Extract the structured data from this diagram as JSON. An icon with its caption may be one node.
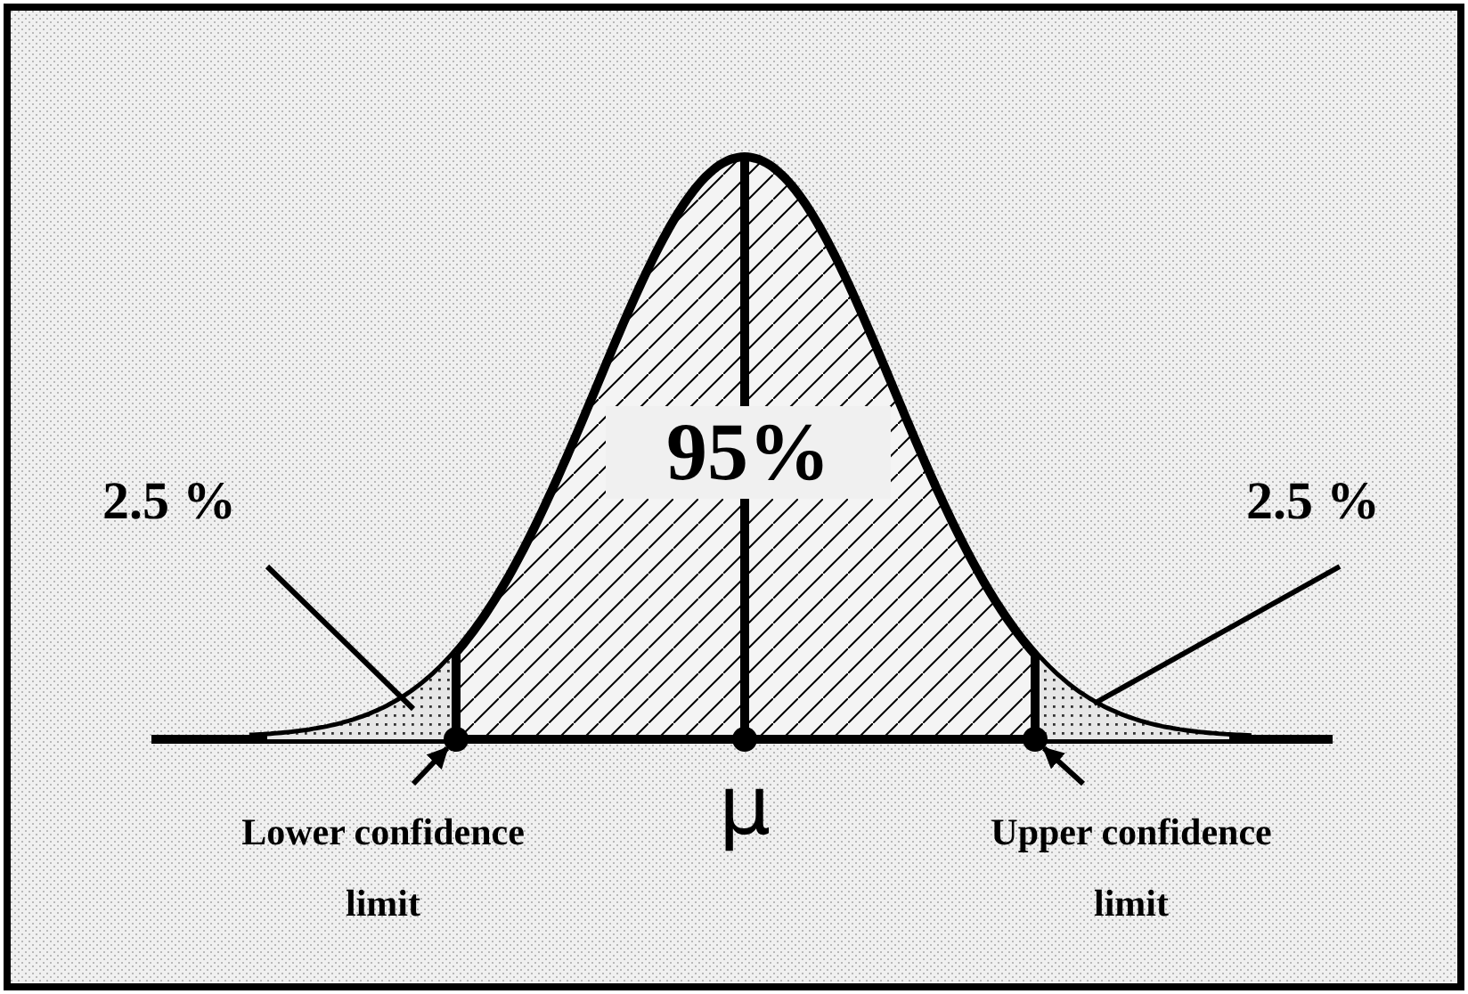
{
  "diagram": {
    "nodes": [
      {
        "text": [
          "2.5 %"
        ]
      },
      {
        "text": [],
        "shape": "region"
      },
      {
        "text": [
          "2.5 %"
        ]
      },
      {
        "text": [],
        "shape": "region"
      },
      {
        "text": [
          "Lower confidence limit"
        ]
      },
      {
        "text": [],
        "shape": "circle"
      },
      {
        "text": [],
        "shape": "circle"
      },
      {
        "text": [
          "Upper confidence limit"
        ]
      },
      {
        "text": [],
        "shape": "circle"
      }
    ],
    "edges": [
      {
        "from": 0,
        "to": 1,
        "arrow": "none"
      },
      {
        "from": 2,
        "to": 3,
        "arrow": "none"
      },
      {
        "from": 4,
        "to": 5,
        "arrow": "to"
      },
      {
        "from": 7,
        "to": 8,
        "arrow": "to"
      }
    ],
    "labels": [
      "95%",
      "μ"
    ]
  }
}
